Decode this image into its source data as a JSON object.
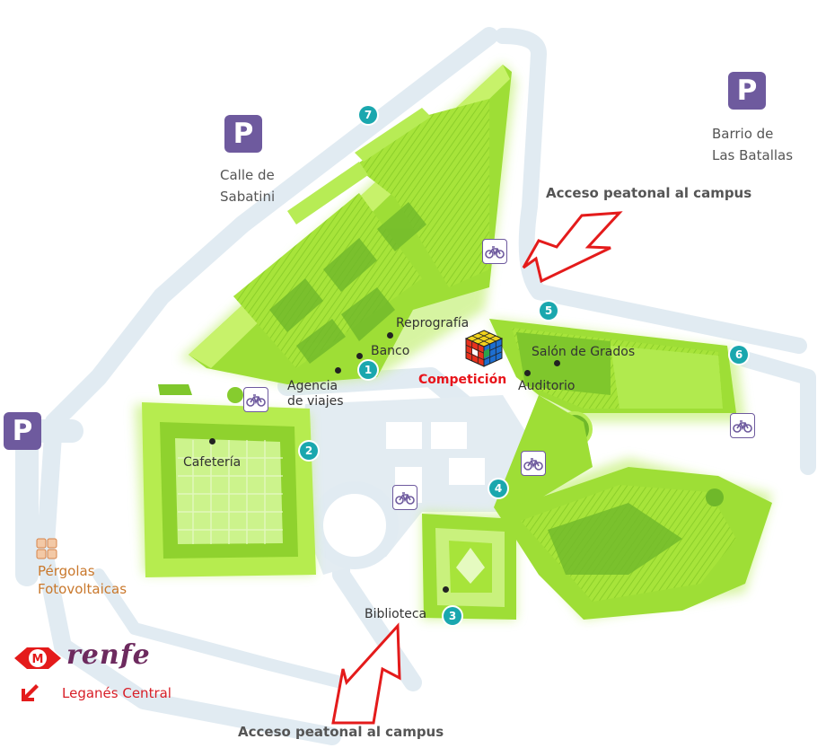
{
  "labels": {
    "calle_sabatini": "Calle de\nSabatini",
    "barrio_batallas": "Barrio de\nLas Batallas",
    "acceso_top": "Acceso peatonal al campus",
    "acceso_bottom": "Acceso peatonal al campus",
    "reprografia": "Reprografía",
    "banco": "Banco",
    "agencia": "Agencia\nde viajes",
    "competicion": "Competición",
    "salon_grados": "Salón de Grados",
    "auditorio": "Auditorio",
    "cafeteria": "Cafetería",
    "biblioteca": "Biblioteca",
    "pergolas": "Pérgolas\nFotovoltaicas",
    "renfe": "renfe",
    "leganes": "Leganés Central"
  },
  "markers": {
    "n1": "1",
    "n2": "2",
    "n3": "3",
    "n4": "4",
    "n5": "5",
    "n6": "6",
    "n7": "7"
  },
  "parking_letter": "P",
  "icons": [
    "parking-icon",
    "bicycle-parking-icon",
    "rubiks-cube-icon",
    "metro-icon",
    "renfe-arrow-icon",
    "access-arrow-icon",
    "solar-pergola-icon"
  ],
  "colors": {
    "building": "#a8e63c",
    "building_dark": "#6fb82a",
    "road": "#dfe9f0",
    "marker": "#1aa7ae",
    "parking": "#6e5a9e",
    "arrow": "#e41b1b",
    "competition": "#e8141b"
  }
}
